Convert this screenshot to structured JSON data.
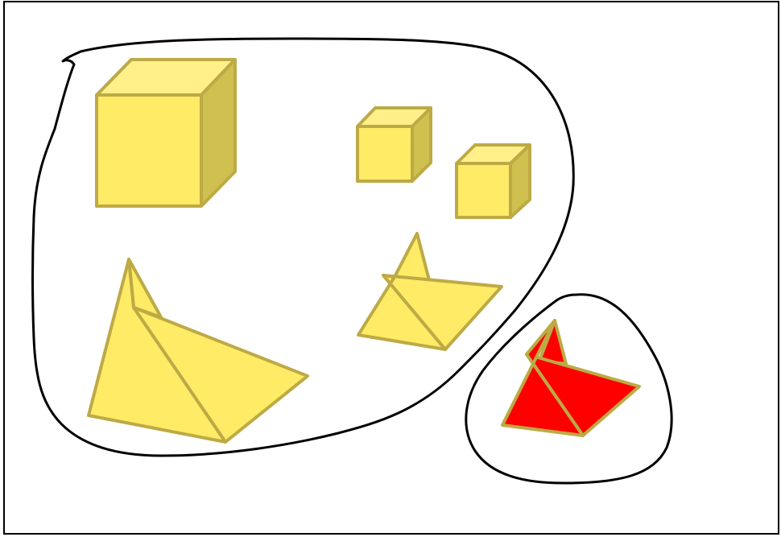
{
  "colors": {
    "frame": "#000000",
    "background": "#ffffff",
    "shape_fill": "#FFEB66",
    "shape_top": "#FFF08A",
    "shape_side": "#CFC04F",
    "shape_stroke": "#BDAA45",
    "highlight_fill": "#FF0000",
    "boundary_stroke": "#000000"
  },
  "groups": [
    {
      "name": "large-group",
      "shapes": [
        "cube",
        "cube",
        "cube",
        "pyramid",
        "pyramid"
      ]
    },
    {
      "name": "small-group",
      "shapes": [
        "pyramid"
      ],
      "highlighted": true
    }
  ]
}
